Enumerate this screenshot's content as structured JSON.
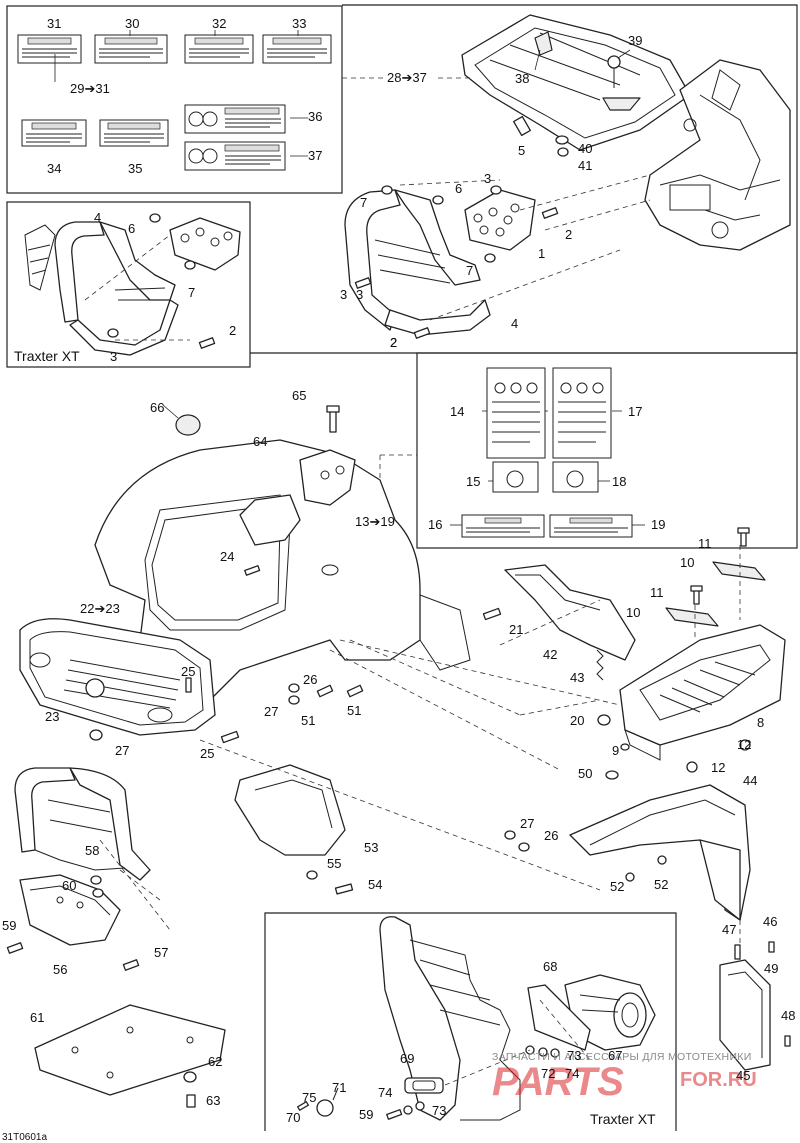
{
  "figure_id": "31T0601a",
  "captions": {
    "traxter_xt_top": "Traxter XT",
    "traxter_xt_bottom": "Traxter XT"
  },
  "watermark": {
    "text": "ЗАПЧАСТИ И АКСЕССУАРЫ ДЛЯ МОТОТЕХНИКИ",
    "logo": "PARTS",
    "logo_suffix": "FOR.RU"
  },
  "callouts": [
    "31",
    "30",
    "32",
    "33",
    "29➔31",
    "36",
    "34",
    "35",
    "37",
    "28➔37",
    "39",
    "38",
    "5",
    "40",
    "41",
    "4",
    "6",
    "7",
    "3",
    "2",
    "6",
    "3",
    "2",
    "1",
    "7",
    "7",
    "3",
    "4",
    "2",
    "3",
    "2",
    "14",
    "17",
    "15",
    "18",
    "16",
    "19",
    "66",
    "65",
    "64",
    "13➔19",
    "24",
    "22➔23",
    "21",
    "11",
    "10",
    "11",
    "10",
    "42",
    "43",
    "25",
    "26",
    "27",
    "51",
    "51",
    "23",
    "27",
    "25",
    "20",
    "9",
    "12",
    "8",
    "50",
    "12",
    "44",
    "53",
    "27",
    "26",
    "55",
    "54",
    "52",
    "52",
    "58",
    "60",
    "59",
    "57",
    "56",
    "61",
    "62",
    "63",
    "68",
    "46",
    "47",
    "49",
    "48",
    "45",
    "73",
    "67",
    "72",
    "74",
    "69",
    "71",
    "74",
    "75",
    "70",
    "59",
    "73"
  ]
}
